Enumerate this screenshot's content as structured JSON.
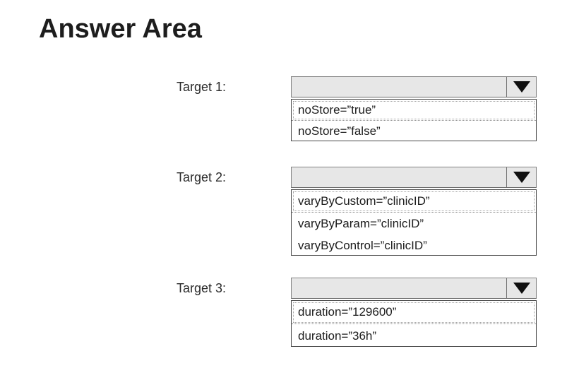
{
  "page": {
    "title": "Answer Area"
  },
  "icons": {
    "dropdown_arrow": "▼"
  },
  "colors": {
    "background": "#ffffff",
    "dropdown_fill": "#e7e7e7",
    "dropdown_border": "#828282",
    "list_border": "#474747",
    "separator_dotted": "#8f8f8f",
    "text": "#1c1c1c",
    "arrow": "#101010"
  },
  "targets": [
    {
      "label": "Target 1:",
      "selected_value": "",
      "options": [
        "noStore=”true”",
        "noStore=”false”"
      ]
    },
    {
      "label": "Target 2:",
      "selected_value": "",
      "options": [
        "varyByCustom=”clinicID”",
        "varyByParam=”clinicID”",
        "varyByControl=”clinicID”"
      ]
    },
    {
      "label": "Target 3:",
      "selected_value": "",
      "options": [
        "duration=”129600”",
        "duration=”36h”"
      ]
    }
  ]
}
